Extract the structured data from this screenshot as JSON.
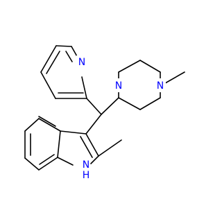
{
  "molecule": {
    "atoms": {
      "pyridine_n": "N",
      "piperazine_n1": "N",
      "piperazine_n4": "N",
      "indole_nh": "N",
      "indole_h": "H"
    },
    "colors": {
      "bond": "#000000",
      "nitrogen": "#0000ff",
      "background": "#ffffff"
    }
  }
}
